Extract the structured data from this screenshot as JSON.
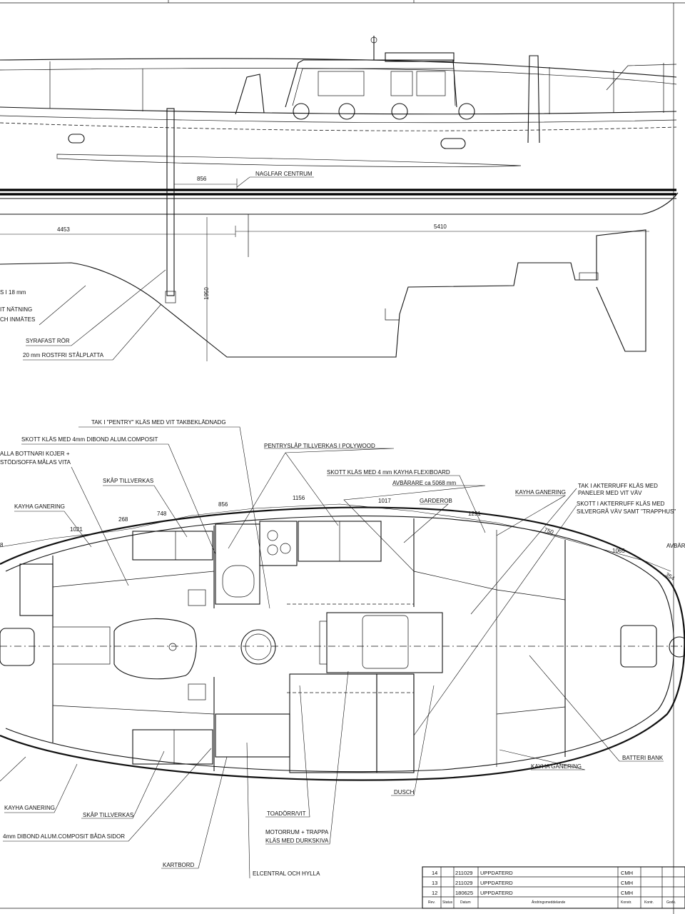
{
  "profile": {
    "naglfar_label": "NAGLFAR CENTRUM",
    "dims": {
      "d856": "856",
      "d4453": "4453",
      "d5410": "5410",
      "d1950": "1950"
    },
    "notes": {
      "partial_1": "S I 18 mm",
      "partial_2": "IT NÄTNING",
      "partial_3": "CH INMÄTES",
      "syrafast": "SYRAFAST RÖR",
      "rostfri": "20 mm ROSTFRI STÅLPLATTA"
    }
  },
  "plan": {
    "labels": {
      "tak_pentry": "TAK I \"PENTRY\" KLÄS MED VIT TAKBEKLÄDNADG",
      "skott_dibond": "SKOTT KLÄS MED 4mm DIBOND  ALUM.COMPOSIT",
      "alla_bottnari_1": "ALLA BOTTNARI KOJER +",
      "alla_bottnari_2": "STÖD/SOFFA MÅLAS VITA",
      "skap_top": "SKÅP TILLVERKAS",
      "kayha_left_top": "KAYHA GANERING",
      "pentryslap": "PENTRYSLÅP TILLVERKAS I POLYWOOD",
      "skott_kayha": "SKOTT KLÄS MED 4 mm KAYHA FLEXIBOARD",
      "avbarare_1": "AVBÄRARE ca 5068 mm",
      "garderob": "GARDEROB",
      "kayha_right_top": "KAYHA GANERING",
      "tak_akter_1": "TAK I AKTERRUFF KLÄS MED",
      "tak_akter_2": "PANELER MED VIT VÄV",
      "skott_akter_1": "SKOTT I AKTERRUFF KLÄS MED",
      "skott_akter_2": "SILVERGRÅ VÄV SAMT \"TRAPPHUS\"",
      "avbarare_2": "AVBÄR",
      "batteri": "BATTERI BANK",
      "kayha_right_bottom": "KAYHA GANERING",
      "dusch": "DUSCH",
      "toadorr": "TOADÖRR/VIT",
      "motorrum_1": "MOTORRUM + TRAPPA",
      "motorrum_2": "KLÄS MED DURKSKIVA",
      "elcentral": "ELCENTRAL OCH HYLLA",
      "kartbord": "KARTBORD",
      "kayha_left_bottom": "KAYHA GANERING",
      "skap_bottom": "SKÅP TILLVERKAS",
      "dibond_bottom": "4mm DIBOND ALUM.COMPOSIT BÅDA SIDOR"
    },
    "dims": {
      "d1021": "1021",
      "d268": "268",
      "d748": "748",
      "d856": "856",
      "d1156": "1156",
      "d1017": "1017",
      "d1291": "1291",
      "d750": "750",
      "d1065": "1065",
      "d354": "354",
      "d8": "8"
    }
  },
  "title_block": {
    "rows": [
      {
        "rev": "14",
        "date": "211029",
        "text": "UPPDATERD",
        "by": "CMH"
      },
      {
        "rev": "13",
        "date": "211029",
        "text": "UPPDATERD",
        "by": "CMH"
      },
      {
        "rev": "12",
        "date": "180625",
        "text": "UPPDATERD",
        "by": "CMH"
      }
    ],
    "headers": {
      "rev": "Rev.",
      "status": "Status",
      "datum": "Datum",
      "andring": "Ändringsmeddelande",
      "konstr": "Konstr.",
      "kontr": "Kontr.",
      "godk": "Godk."
    }
  }
}
